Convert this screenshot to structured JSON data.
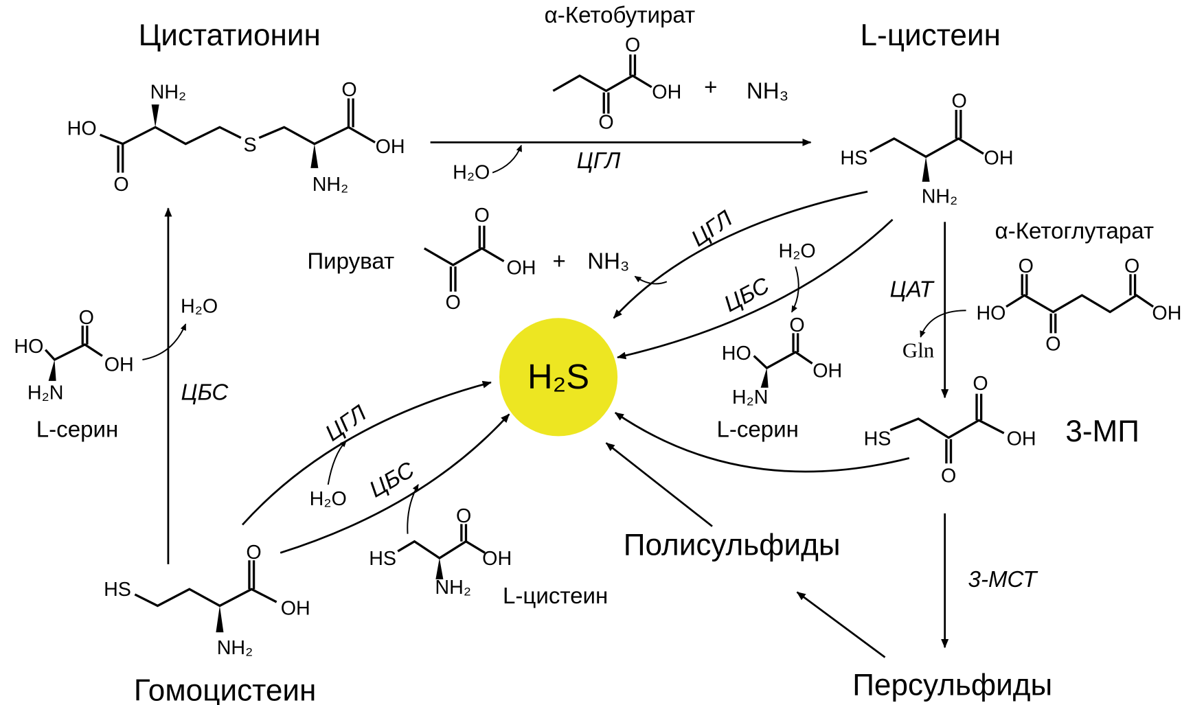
{
  "titles": {
    "cystathionine": "Цистатионин",
    "cysteine_top": "L-цистеин",
    "ketobutyrate": "α-Кетобутират",
    "homocysteine": "Гомоцистеин",
    "persulfides": "Персульфиды",
    "polysulfides": "Полисульфиды",
    "mp3": "3-МП",
    "pyruvate": "Пируват",
    "ketoglutarate": "α-Кетоглутарат",
    "serine_left": "L-серин",
    "serine_right": "L-серин",
    "cysteine_bottom": "L-цистеин",
    "h2s": "H₂S"
  },
  "enzymes": {
    "cgl_top": "ЦГЛ",
    "cgl_cys": "ЦГЛ",
    "cbs_cys": "ЦБС",
    "cat": "ЦАТ",
    "mst": "3-МСТ",
    "cbs_left": "ЦБС",
    "cgl_hcy": "ЦГЛ",
    "cbs_hcy": "ЦБС"
  },
  "atoms": {
    "HO": "HO",
    "OH": "OH",
    "O": "O",
    "NH2": "NH₂",
    "H2N": "H₂N",
    "S": "S",
    "HS": "HS",
    "H2O": "H₂O",
    "NH3": "NH₃",
    "plus": "+",
    "Gln": "Gln"
  },
  "colors": {
    "h2s_fill": "#ede622"
  }
}
